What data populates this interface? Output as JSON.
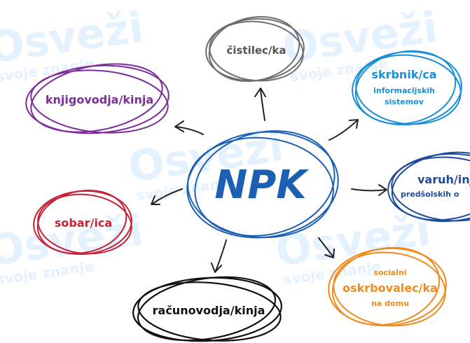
{
  "watermark": {
    "title": "Osveži",
    "subtitle": "svoje znanje",
    "color": "#dcefff"
  },
  "center": {
    "label": "NPK",
    "color": "#1d5fb3"
  },
  "nodes": [
    {
      "id": "cistilec",
      "lines": [
        "čistilec/ka"
      ],
      "color": "#6e6e6e"
    },
    {
      "id": "knjigovodja",
      "lines": [
        "knjigovodja/kinja"
      ],
      "color": "#7d2d9a"
    },
    {
      "id": "skrbnik",
      "lines": [
        "skrbnik/ca",
        "informacijskih",
        "sistemov"
      ],
      "color": "#1a8fd6"
    },
    {
      "id": "varuh",
      "lines": [
        "varuh/inj",
        "predšolskih o"
      ],
      "color": "#1f4c9a"
    },
    {
      "id": "sobar",
      "lines": [
        "sobar/ica"
      ],
      "color": "#c52238"
    },
    {
      "id": "socialni",
      "lines": [
        "socialni",
        "oskrbovalec/ka",
        "na domu"
      ],
      "color": "#f08a1c"
    },
    {
      "id": "racunovodja",
      "lines": [
        "računovodja/kinja"
      ],
      "color": "#111111"
    }
  ]
}
